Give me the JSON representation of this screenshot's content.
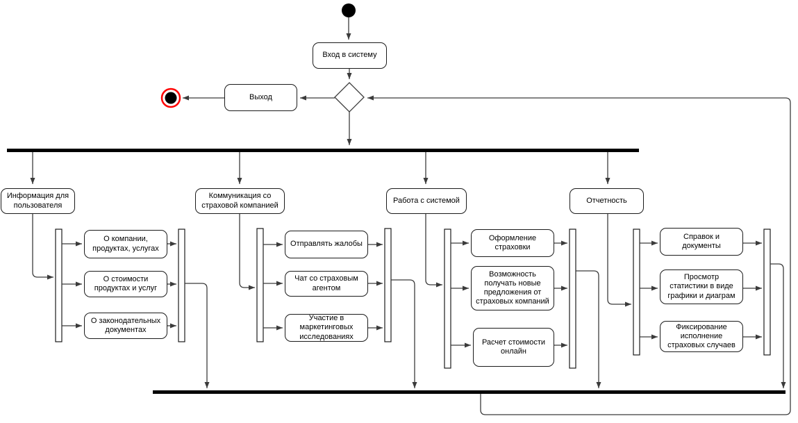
{
  "diagram": {
    "type": "uml-activity-diagram",
    "nodes": {
      "login": "Вход в систему",
      "logout": "Выход"
    },
    "branches": [
      {
        "header": "Информация для пользователя",
        "items": [
          "О компании, продуктах, услугах",
          "О стоимости продуктах и услуг",
          "О законодательных документах"
        ]
      },
      {
        "header": "Коммуникация со страховой компанией",
        "items": [
          "Отправлять жалобы",
          "Чат со страховым агентом",
          "Участие в маркетинговых исследованиях"
        ]
      },
      {
        "header": "Работа с системой",
        "items": [
          "Оформление страховки",
          "Возможность получать новые предложения от страховых компаний",
          "Расчет стоимости онлайн"
        ]
      },
      {
        "header": "Отчетность",
        "items": [
          "Справок и документы",
          "Просмотр статистики в виде графики и диаграм",
          "Фиксирование исполнение страховых случаев"
        ]
      }
    ],
    "icons": {
      "initial_node": "initial-node-icon",
      "final_node": "activity-final-node-icon",
      "decision": "decision-diamond-icon",
      "fork_join": "fork-join-bar-icon"
    },
    "colors": {
      "background": "#ffffff",
      "node_fill": "#ffffff",
      "node_border": "#1a1a1a",
      "edge": "#3b3b3b",
      "sync_bar": "#000000",
      "final_node_ring": "#ff0000",
      "final_node_core": "#000000"
    }
  }
}
